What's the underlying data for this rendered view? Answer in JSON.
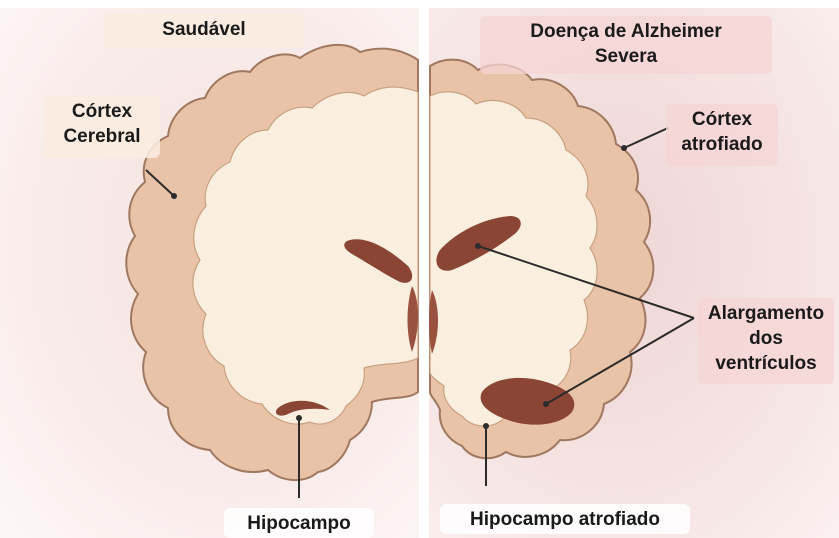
{
  "healthy": {
    "title": "Saudável",
    "cortex_label": "Córtex\nCerebral",
    "hippocampus_label": "Hipocampo"
  },
  "alzheimer": {
    "title": "Doença de Alzheimer\nSevera",
    "cortex_label": "Córtex\natrofiado",
    "ventricles_label": "Alargamento\ndos\nventrículos",
    "hippocampus_label": "Hipocampo atrofiado"
  },
  "colors": {
    "tissue_outer": "#e9c3a8",
    "tissue_inner": "#faeede",
    "outline": "#a07860",
    "ventricle": "#8a4535",
    "leader_line": "#2b2b2b"
  }
}
